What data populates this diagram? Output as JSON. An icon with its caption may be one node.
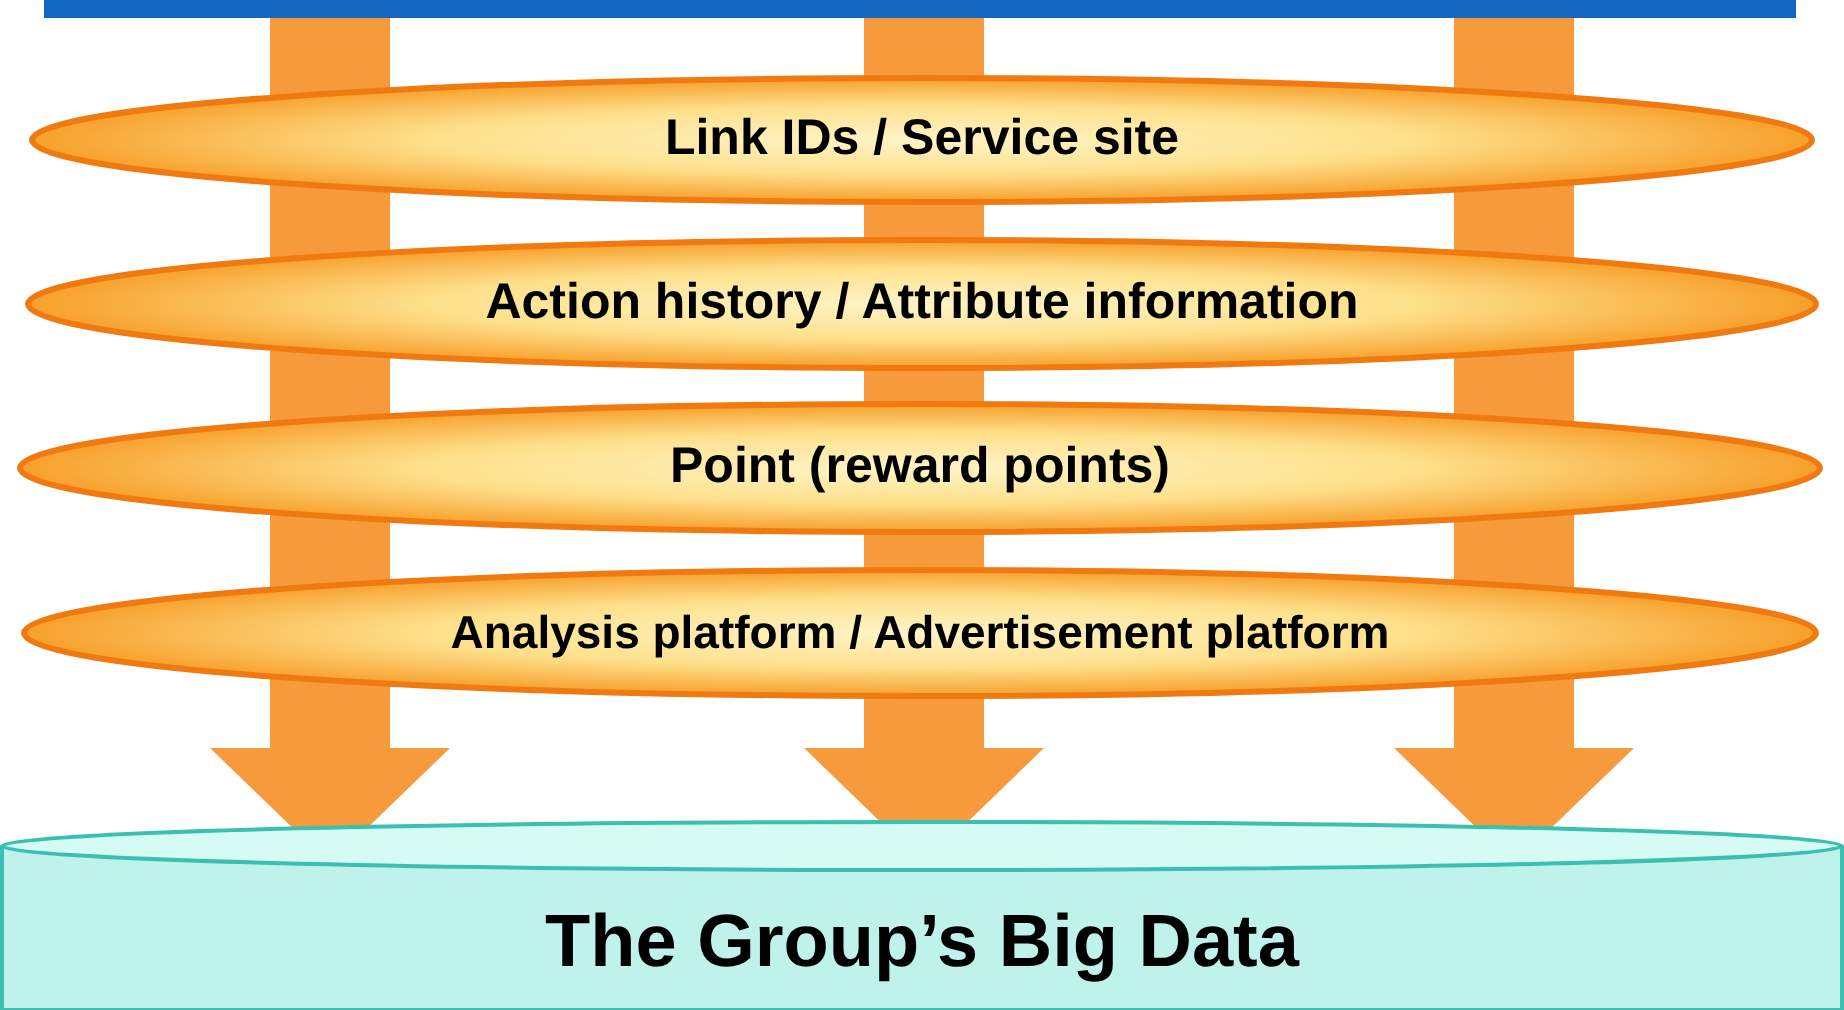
{
  "diagram": {
    "nodes": [
      {
        "text": [],
        "shape": "bar"
      },
      {
        "text": [
          "Link IDs / Service site"
        ]
      },
      {
        "text": [
          "Action history / Attribute information"
        ]
      },
      {
        "text": [
          "Point (reward points)"
        ]
      },
      {
        "text": [
          "Analysis platform / Advertisement platform"
        ]
      },
      {
        "text": [
          "The Group’s Big Data"
        ]
      }
    ],
    "edges": [
      {
        "from": 0,
        "to": 5,
        "arrow": "to",
        "style": "thick"
      },
      {
        "from": 0,
        "to": 5,
        "arrow": "to",
        "style": "thick"
      },
      {
        "from": 0,
        "to": 5,
        "arrow": "to",
        "style": "thick"
      }
    ]
  }
}
